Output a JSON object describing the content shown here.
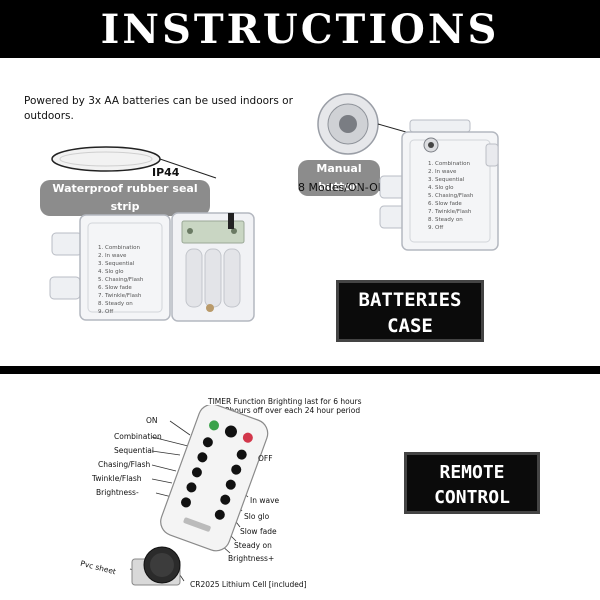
{
  "header": {
    "title": "INSTRUCTIONS"
  },
  "battery_section": {
    "power_note": "Powered by 3x AA batteries can be used indoors or outdoors.",
    "ip_rating": "IP44",
    "seal_label": "Waterproof rubber seal strip",
    "manual_button_label": "Manual button",
    "modes_label": "8 Modes/ON-OFF",
    "mode_list": [
      "1. Combination",
      "2. In wave",
      "3. Sequential",
      "4. Slo glo",
      "5. Chasing/Flash",
      "6. Slow fade",
      "7. Twinkle/Flash",
      "8. Steady on",
      "9. Off"
    ],
    "case_title_line1": "BATTERIES",
    "case_title_line2": "CASE"
  },
  "remote_section": {
    "timer_line1": "TIMER Function Brighting last for 6 hours",
    "timer_line2": "18hours off over each 24 hour period",
    "left_labels": [
      "ON",
      "Combination",
      "Sequential",
      "Chasing/Flash",
      "Twinkle/Flash",
      "Brightness-"
    ],
    "right_labels": [
      "OFF",
      "In wave",
      "Slo glo",
      "Slow fade",
      "Steady on",
      "Brightness+"
    ],
    "pvc_label": "Pvc sheet",
    "cell_label": "CR2025 Lithium Cell [included]",
    "remote_title_line1": "REMOTE",
    "remote_title_line2": "CONTROL"
  },
  "colors": {
    "band": "#000000",
    "on_button": "#3aa24a",
    "off_button": "#d2374b",
    "pill": "#8c8c8c"
  }
}
